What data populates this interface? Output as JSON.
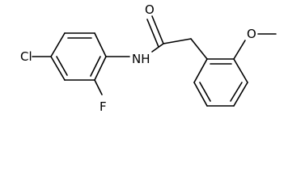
{
  "atoms": {
    "oxygen_carbonyl": "O",
    "nitrogen_amide": "NH",
    "oxygen_methoxy": "O",
    "chlorine": "Cl",
    "fluorine": "F"
  },
  "colors": {
    "bond": "#000000",
    "label": "#000000",
    "background": "#ffffff"
  }
}
